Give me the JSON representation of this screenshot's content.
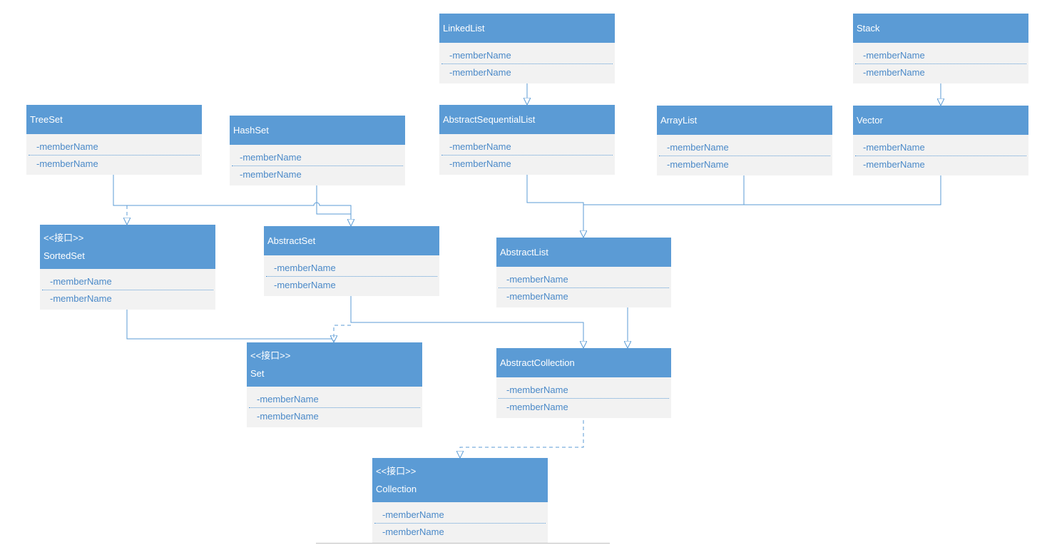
{
  "diagram": {
    "classes": [
      {
        "id": "linkedlist",
        "name": "LinkedList",
        "stereotype": "",
        "members": [
          "-memberName",
          "-memberName"
        ]
      },
      {
        "id": "stack",
        "name": "Stack",
        "stereotype": "",
        "members": [
          "-memberName",
          "-memberName"
        ]
      },
      {
        "id": "treeset",
        "name": "TreeSet",
        "stereotype": "",
        "members": [
          "-memberName",
          "-memberName"
        ]
      },
      {
        "id": "hashset",
        "name": "HashSet",
        "stereotype": "",
        "members": [
          "-memberName",
          "-memberName"
        ]
      },
      {
        "id": "abstractsequentiallist",
        "name": "AbstractSequentialList",
        "stereotype": "",
        "members": [
          "-memberName",
          "-memberName"
        ]
      },
      {
        "id": "arraylist",
        "name": "ArrayList",
        "stereotype": "",
        "members": [
          "-memberName",
          "-memberName"
        ]
      },
      {
        "id": "vector",
        "name": "Vector",
        "stereotype": "",
        "members": [
          "-memberName",
          "-memberName"
        ]
      },
      {
        "id": "sortedset",
        "name": "SortedSet",
        "stereotype": "<<接口>>",
        "members": [
          "-memberName",
          "-memberName"
        ]
      },
      {
        "id": "abstractset",
        "name": "AbstractSet",
        "stereotype": "",
        "members": [
          "-memberName",
          "-memberName"
        ]
      },
      {
        "id": "abstractlist",
        "name": "AbstractList",
        "stereotype": "",
        "members": [
          "-memberName",
          "-memberName"
        ]
      },
      {
        "id": "set",
        "name": "Set",
        "stereotype": "<<接口>>",
        "members": [
          "-memberName",
          "-memberName"
        ]
      },
      {
        "id": "abstractcollection",
        "name": "AbstractCollection",
        "stereotype": "",
        "members": [
          "-memberName",
          "-memberName"
        ]
      },
      {
        "id": "collection",
        "name": "Collection",
        "stereotype": "<<接口>>",
        "members": [
          "-memberName",
          "-memberName"
        ]
      }
    ],
    "relations": [
      {
        "from": "linkedlist",
        "to": "abstractsequentiallist",
        "type": "inheritance"
      },
      {
        "from": "stack",
        "to": "vector",
        "type": "inheritance"
      },
      {
        "from": "treeset",
        "to": "sortedset",
        "type": "realization"
      },
      {
        "from": "treeset",
        "to": "abstractset",
        "type": "inheritance"
      },
      {
        "from": "hashset",
        "to": "abstractset",
        "type": "inheritance"
      },
      {
        "from": "abstractsequentiallist",
        "to": "abstractlist",
        "type": "inheritance"
      },
      {
        "from": "arraylist",
        "to": "abstractlist",
        "type": "inheritance"
      },
      {
        "from": "vector",
        "to": "abstractlist",
        "type": "inheritance"
      },
      {
        "from": "sortedset",
        "to": "set",
        "type": "inheritance"
      },
      {
        "from": "abstractset",
        "to": "set",
        "type": "realization"
      },
      {
        "from": "abstractset",
        "to": "abstractcollection",
        "type": "inheritance"
      },
      {
        "from": "abstractlist",
        "to": "abstractcollection",
        "type": "inheritance"
      },
      {
        "from": "abstractcollection",
        "to": "collection",
        "type": "realization"
      }
    ]
  },
  "colors": {
    "header": "#5b9bd5",
    "body": "#f2f2f2",
    "member_text": "#4a89c8",
    "connector": "#5b9bd5"
  }
}
